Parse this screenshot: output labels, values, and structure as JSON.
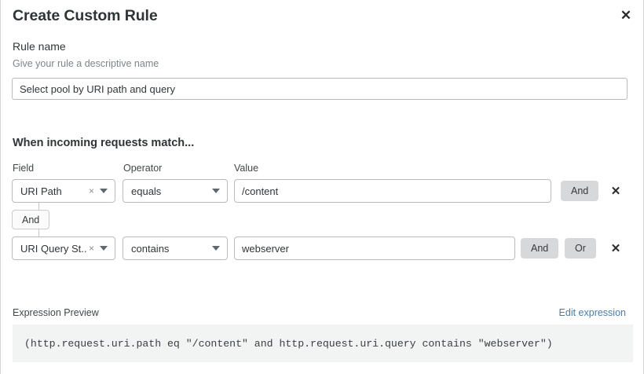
{
  "header": {
    "title": "Create Custom Rule",
    "close_icon": "close-icon",
    "close_glyph": "✕"
  },
  "rule_name": {
    "label": "Rule name",
    "help": "Give your rule a descriptive name",
    "value": "Select pool by URI path and query",
    "placeholder": ""
  },
  "conditions": {
    "heading": "When incoming requests match...",
    "columns": {
      "field": "Field",
      "operator": "Operator",
      "value": "Value"
    },
    "group_connector": "And",
    "rows": [
      {
        "field": "URI Path",
        "field_clear_glyph": "×",
        "operator": "equals",
        "value": "/content",
        "buttons": [
          "And"
        ],
        "delete_glyph": "✕"
      },
      {
        "field": "URI Query St...",
        "field_clear_glyph": "×",
        "operator": "contains",
        "value": "webserver",
        "buttons": [
          "And",
          "Or"
        ],
        "delete_glyph": "✕"
      }
    ]
  },
  "expression": {
    "label": "Expression Preview",
    "edit_link": "Edit expression",
    "code": "(http.request.uri.path eq \"/content\" and http.request.uri.query contains \"webserver\")"
  },
  "colors": {
    "link": "#4a7ca8",
    "button_gray": "#d6d8da",
    "code_bg": "#f2f3f3"
  }
}
